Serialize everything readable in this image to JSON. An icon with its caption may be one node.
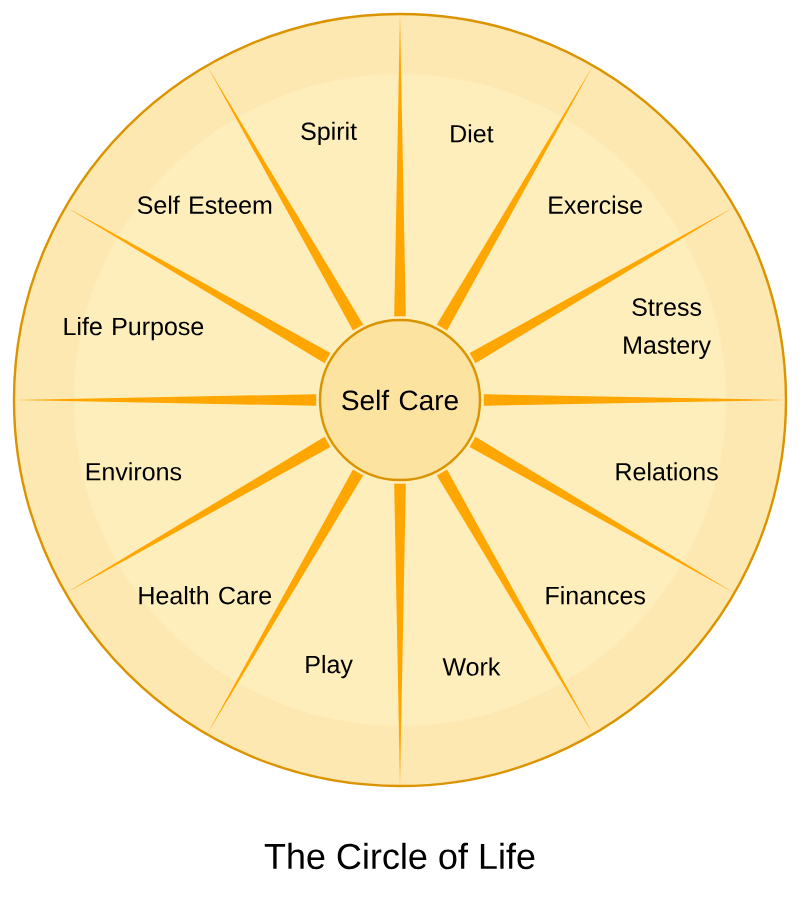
{
  "diagram": {
    "caption": "The Circle of Life",
    "nodes": [
      {
        "text": [
          "Spirit"
        ]
      },
      {
        "text": [
          "Diet"
        ]
      },
      {
        "text": [
          "Exercise"
        ]
      },
      {
        "text": [
          "Stress Mastery"
        ]
      },
      {
        "text": [
          "Relations"
        ]
      },
      {
        "text": [
          "Finances"
        ]
      },
      {
        "text": [
          "Work"
        ]
      },
      {
        "text": [
          "Play"
        ]
      },
      {
        "text": [
          "Health Care"
        ]
      },
      {
        "text": [
          "Environs"
        ]
      },
      {
        "text": [
          "Life Purpose"
        ]
      },
      {
        "text": [
          "Self Esteem"
        ]
      },
      {
        "text": [
          "Self Care"
        ]
      }
    ]
  }
}
